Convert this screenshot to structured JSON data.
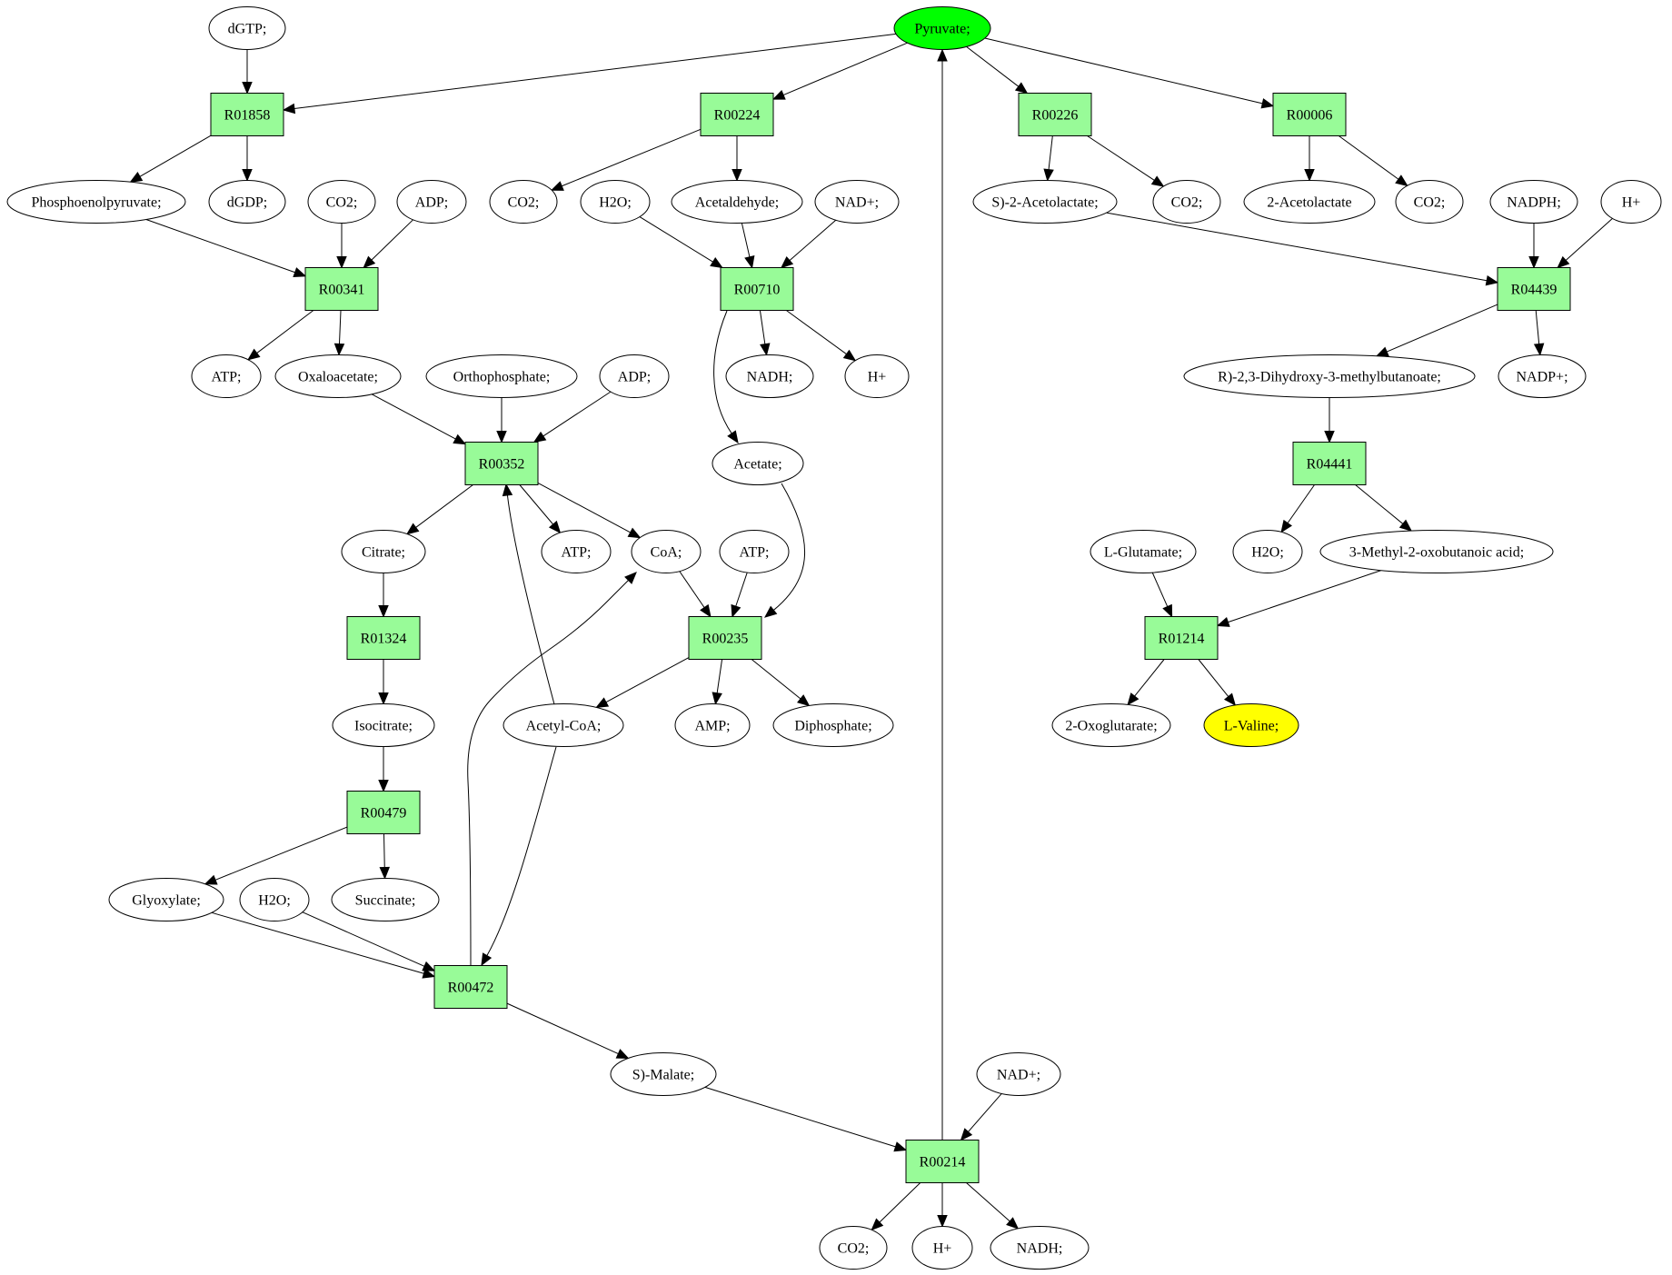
{
  "title": "Pyruvate to L-Valine reaction network",
  "colors": {
    "reaction_fill": "#98fb98",
    "compound_fill": "#ffffff",
    "source_fill": "#00ff00",
    "target_fill": "#ffff00",
    "stroke": "#000000"
  },
  "nodes": [
    {
      "id": "dgtp",
      "label": "dGTP;",
      "kind": "compound"
    },
    {
      "id": "pyruvate",
      "label": "Pyruvate;",
      "kind": "source"
    },
    {
      "id": "R01858",
      "label": "R01858",
      "kind": "reaction"
    },
    {
      "id": "R00224",
      "label": "R00224",
      "kind": "reaction"
    },
    {
      "id": "R00226",
      "label": "R00226",
      "kind": "reaction"
    },
    {
      "id": "R00006",
      "label": "R00006",
      "kind": "reaction"
    },
    {
      "id": "pep",
      "label": "Phosphoenolpyruvate;",
      "kind": "compound"
    },
    {
      "id": "dgdp",
      "label": "dGDP;",
      "kind": "compound"
    },
    {
      "id": "co2_a",
      "label": "CO2;",
      "kind": "compound"
    },
    {
      "id": "adp_a",
      "label": "ADP;",
      "kind": "compound"
    },
    {
      "id": "co2_b",
      "label": "CO2;",
      "kind": "compound"
    },
    {
      "id": "h2o_a",
      "label": "H2O;",
      "kind": "compound"
    },
    {
      "id": "acetaldehyde",
      "label": "Acetaldehyde;",
      "kind": "compound"
    },
    {
      "id": "nad_a",
      "label": "NAD+;",
      "kind": "compound"
    },
    {
      "id": "s_acetolactate",
      "label": "S)-2-Acetolactate;",
      "kind": "compound"
    },
    {
      "id": "co2_c",
      "label": "CO2;",
      "kind": "compound"
    },
    {
      "id": "acetolactate2",
      "label": "2-Acetolactate",
      "kind": "compound"
    },
    {
      "id": "co2_d",
      "label": "CO2;",
      "kind": "compound"
    },
    {
      "id": "nadph",
      "label": "NADPH;",
      "kind": "compound"
    },
    {
      "id": "h_a",
      "label": "H+",
      "kind": "compound"
    },
    {
      "id": "R00341",
      "label": "R00341",
      "kind": "reaction"
    },
    {
      "id": "R00710",
      "label": "R00710",
      "kind": "reaction"
    },
    {
      "id": "R04439",
      "label": "R04439",
      "kind": "reaction"
    },
    {
      "id": "atp_a",
      "label": "ATP;",
      "kind": "compound"
    },
    {
      "id": "oxaloacetate",
      "label": "Oxaloacetate;",
      "kind": "compound"
    },
    {
      "id": "orthophosphate",
      "label": "Orthophosphate;",
      "kind": "compound"
    },
    {
      "id": "adp_b",
      "label": "ADP;",
      "kind": "compound"
    },
    {
      "id": "nadh_a",
      "label": "NADH;",
      "kind": "compound"
    },
    {
      "id": "h_b",
      "label": "H+",
      "kind": "compound"
    },
    {
      "id": "dihydroxy",
      "label": "R)-2,3-Dihydroxy-3-methylbutanoate;",
      "kind": "compound"
    },
    {
      "id": "nadp",
      "label": "NADP+;",
      "kind": "compound"
    },
    {
      "id": "R00352",
      "label": "R00352",
      "kind": "reaction"
    },
    {
      "id": "acetate",
      "label": "Acetate;",
      "kind": "compound"
    },
    {
      "id": "R04441",
      "label": "R04441",
      "kind": "reaction"
    },
    {
      "id": "citrate",
      "label": "Citrate;",
      "kind": "compound"
    },
    {
      "id": "atp_b",
      "label": "ATP;",
      "kind": "compound"
    },
    {
      "id": "coa",
      "label": "CoA;",
      "kind": "compound"
    },
    {
      "id": "atp_c",
      "label": "ATP;",
      "kind": "compound"
    },
    {
      "id": "glutamate",
      "label": "L-Glutamate;",
      "kind": "compound"
    },
    {
      "id": "h2o_b",
      "label": "H2O;",
      "kind": "compound"
    },
    {
      "id": "methyloxo",
      "label": "3-Methyl-2-oxobutanoic acid;",
      "kind": "compound"
    },
    {
      "id": "R01324",
      "label": "R01324",
      "kind": "reaction"
    },
    {
      "id": "R00235",
      "label": "R00235",
      "kind": "reaction"
    },
    {
      "id": "R01214",
      "label": "R01214",
      "kind": "reaction"
    },
    {
      "id": "isocitrate",
      "label": "Isocitrate;",
      "kind": "compound"
    },
    {
      "id": "acetylcoa",
      "label": "Acetyl-CoA;",
      "kind": "compound"
    },
    {
      "id": "amp",
      "label": "AMP;",
      "kind": "compound"
    },
    {
      "id": "diphosphate",
      "label": "Diphosphate;",
      "kind": "compound"
    },
    {
      "id": "oxoglutarate",
      "label": "2-Oxoglutarate;",
      "kind": "compound"
    },
    {
      "id": "valine",
      "label": "L-Valine;",
      "kind": "target"
    },
    {
      "id": "R00479",
      "label": "R00479",
      "kind": "reaction"
    },
    {
      "id": "glyoxylate",
      "label": "Glyoxylate;",
      "kind": "compound"
    },
    {
      "id": "h2o_c",
      "label": "H2O;",
      "kind": "compound"
    },
    {
      "id": "succinate",
      "label": "Succinate;",
      "kind": "compound"
    },
    {
      "id": "R00472",
      "label": "R00472",
      "kind": "reaction"
    },
    {
      "id": "s_malate",
      "label": "S)-Malate;",
      "kind": "compound"
    },
    {
      "id": "nad_b",
      "label": "NAD+;",
      "kind": "compound"
    },
    {
      "id": "R00214",
      "label": "R00214",
      "kind": "reaction"
    },
    {
      "id": "co2_e",
      "label": "CO2;",
      "kind": "compound"
    },
    {
      "id": "h_c",
      "label": "H+",
      "kind": "compound"
    },
    {
      "id": "nadh_b",
      "label": "NADH;",
      "kind": "compound"
    }
  ],
  "edges": [
    [
      "dgtp",
      "R01858"
    ],
    [
      "pyruvate",
      "R01858"
    ],
    [
      "pyruvate",
      "R00224"
    ],
    [
      "pyruvate",
      "R00226"
    ],
    [
      "pyruvate",
      "R00006"
    ],
    [
      "R01858",
      "pep"
    ],
    [
      "R01858",
      "dgdp"
    ],
    [
      "R00224",
      "co2_b"
    ],
    [
      "R00224",
      "acetaldehyde"
    ],
    [
      "R00226",
      "s_acetolactate"
    ],
    [
      "R00226",
      "co2_c"
    ],
    [
      "R00006",
      "acetolactate2"
    ],
    [
      "R00006",
      "co2_d"
    ],
    [
      "pep",
      "R00341"
    ],
    [
      "co2_a",
      "R00341"
    ],
    [
      "adp_a",
      "R00341"
    ],
    [
      "h2o_a",
      "R00710"
    ],
    [
      "acetaldehyde",
      "R00710"
    ],
    [
      "nad_a",
      "R00710"
    ],
    [
      "s_acetolactate",
      "R04439"
    ],
    [
      "nadph",
      "R04439"
    ],
    [
      "h_a",
      "R04439"
    ],
    [
      "R00341",
      "atp_a"
    ],
    [
      "R00341",
      "oxaloacetate"
    ],
    [
      "R00710",
      "nadh_a"
    ],
    [
      "R00710",
      "h_b"
    ],
    [
      "R00710",
      "acetate"
    ],
    [
      "R04439",
      "dihydroxy"
    ],
    [
      "R04439",
      "nadp"
    ],
    [
      "oxaloacetate",
      "R00352"
    ],
    [
      "orthophosphate",
      "R00352"
    ],
    [
      "adp_b",
      "R00352"
    ],
    [
      "acetylcoa",
      "R00352"
    ],
    [
      "R00352",
      "citrate"
    ],
    [
      "R00352",
      "atp_b"
    ],
    [
      "R00352",
      "coa"
    ],
    [
      "dihydroxy",
      "R04441"
    ],
    [
      "R04441",
      "h2o_b"
    ],
    [
      "R04441",
      "methyloxo"
    ],
    [
      "citrate",
      "R01324"
    ],
    [
      "coa",
      "R00235"
    ],
    [
      "atp_c",
      "R00235"
    ],
    [
      "acetate",
      "R00235"
    ],
    [
      "glutamate",
      "R01214"
    ],
    [
      "methyloxo",
      "R01214"
    ],
    [
      "R01324",
      "isocitrate"
    ],
    [
      "R00235",
      "acetylcoa"
    ],
    [
      "R00235",
      "amp"
    ],
    [
      "R00235",
      "diphosphate"
    ],
    [
      "R01214",
      "oxoglutarate"
    ],
    [
      "R01214",
      "valine"
    ],
    [
      "isocitrate",
      "R00479"
    ],
    [
      "R00479",
      "glyoxylate"
    ],
    [
      "R00479",
      "succinate"
    ],
    [
      "glyoxylate",
      "R00472"
    ],
    [
      "h2o_c",
      "R00472"
    ],
    [
      "acetylcoa",
      "R00472"
    ],
    [
      "R00472",
      "coa"
    ],
    [
      "R00472",
      "s_malate"
    ],
    [
      "s_malate",
      "R00214"
    ],
    [
      "nad_b",
      "R00214"
    ],
    [
      "R00214",
      "pyruvate"
    ],
    [
      "R00214",
      "co2_e"
    ],
    [
      "R00214",
      "h_c"
    ],
    [
      "R00214",
      "nadh_b"
    ]
  ]
}
